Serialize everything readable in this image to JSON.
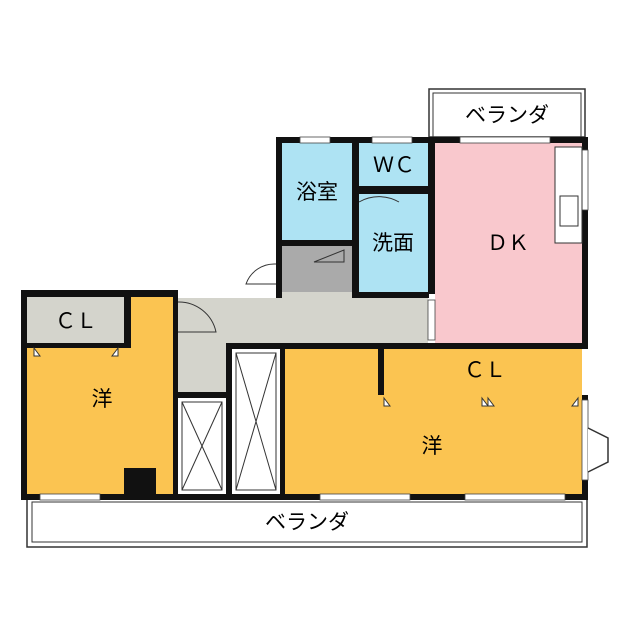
{
  "floorplan": {
    "labels": {
      "balcony_top": "ベランダ",
      "balcony_bottom": "ベランダ",
      "bath": "浴室",
      "wc": "ＷＣ",
      "washroom": "洗面",
      "dk": "ＤＫ",
      "closet_left": "ＣＬ",
      "closet_right": "ＣＬ",
      "western_left": "洋",
      "western_right": "洋"
    },
    "colors": {
      "wall": "#111111",
      "dk": "#f9c8cd",
      "western": "#fbc451",
      "water": "#aee3f3",
      "hall": "#d4d4cc",
      "entrance": "#aaaaaa",
      "closet": "#d4d4cc",
      "balcony": "#ffffff"
    }
  }
}
